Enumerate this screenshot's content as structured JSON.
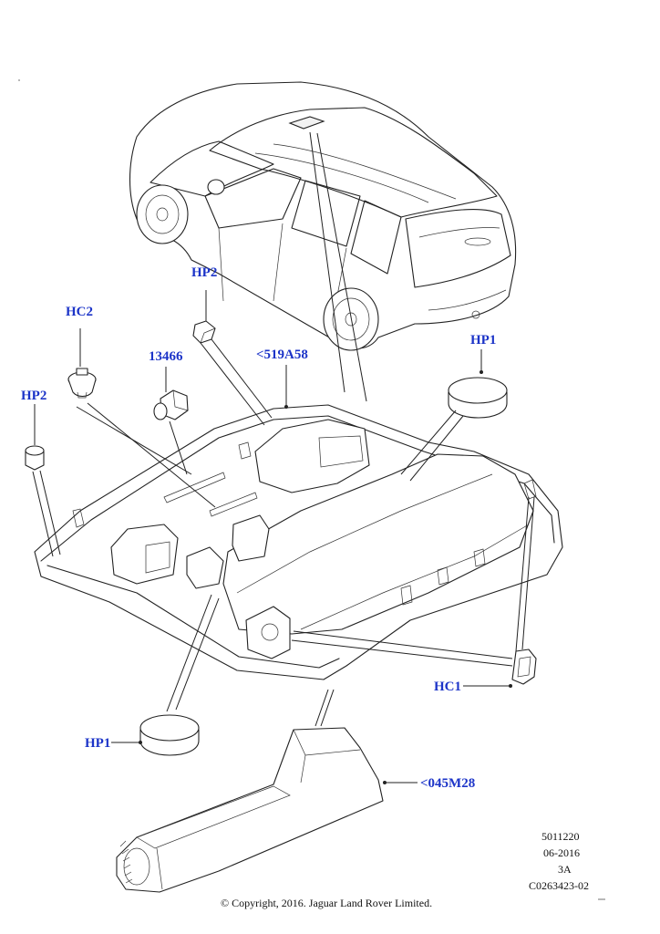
{
  "callouts": {
    "hp2_top": "HP2",
    "hc2": "HC2",
    "part_13466": "13466",
    "part_519a58": "<519A58",
    "hp1_right": "HP1",
    "hp2_left": "HP2",
    "hc1": "HC1",
    "hp1_bottom": "HP1",
    "part_045m28": "<045M28"
  },
  "meta": {
    "ref_number": "5011220",
    "date": "06-2016",
    "revision": "3A",
    "drawing_code": "C0263423-02",
    "copyright": "© Copyright, 2016. Jaguar Land Rover Limited."
  }
}
